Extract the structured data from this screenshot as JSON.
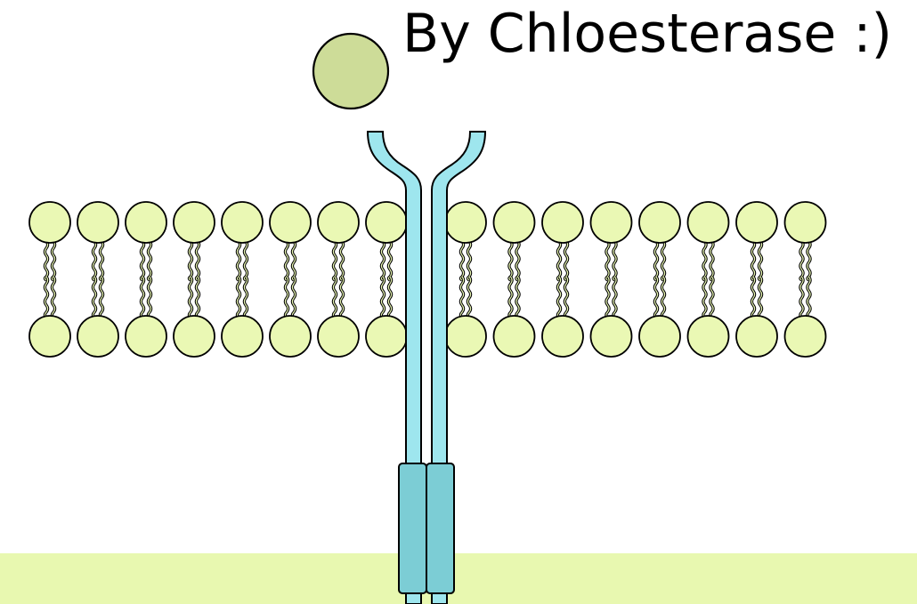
{
  "credit": {
    "text": "By Chloesterase :)"
  },
  "colors": {
    "ligand": "#cddc98",
    "lipid_head": "#eaf8b4",
    "receptor_outer": "#9ee6ee",
    "receptor_inner": "#7ccdd5",
    "cytoplasm": "#e8f8b0",
    "outline": "#000000"
  },
  "membrane": {
    "phospholipid_count_left": 8,
    "phospholipid_count_right": 8
  }
}
